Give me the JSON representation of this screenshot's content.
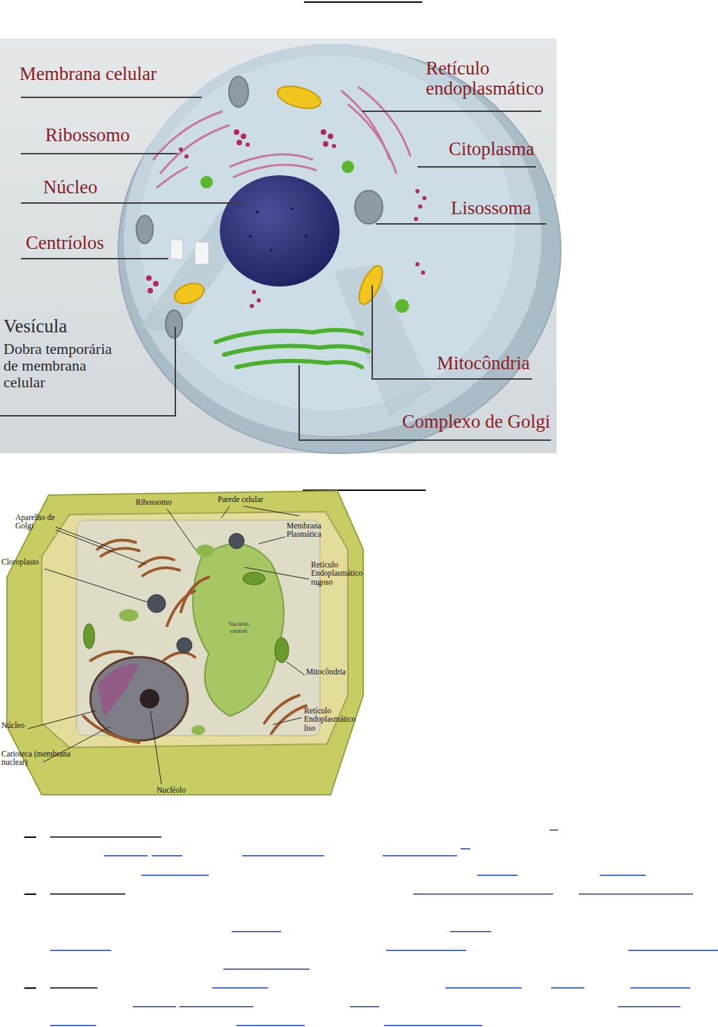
{
  "diagram": {
    "labels": [
      "Membrana celular",
      "Retículo endoplasmático",
      "Ribossomo",
      "Citoplasma",
      "Núcleo",
      "Lisossoma",
      "Centríolos",
      "Vesícula",
      "Dobra temporária de membrana celular",
      "Mitocôndria",
      "Complexo de Golgi",
      "Ribossomo",
      "Parede celular",
      "Aparelho de Golgi",
      "Membrana Plasmática",
      "Cloroplasto",
      "Retículo Endoplasmático rugoso",
      "Vacúolo central",
      "Mitocôndria",
      "Núcleo",
      "Retículo Endoplasmático liso",
      "Carioteca (membrana nuclear)",
      "Nucléolo"
    ]
  }
}
